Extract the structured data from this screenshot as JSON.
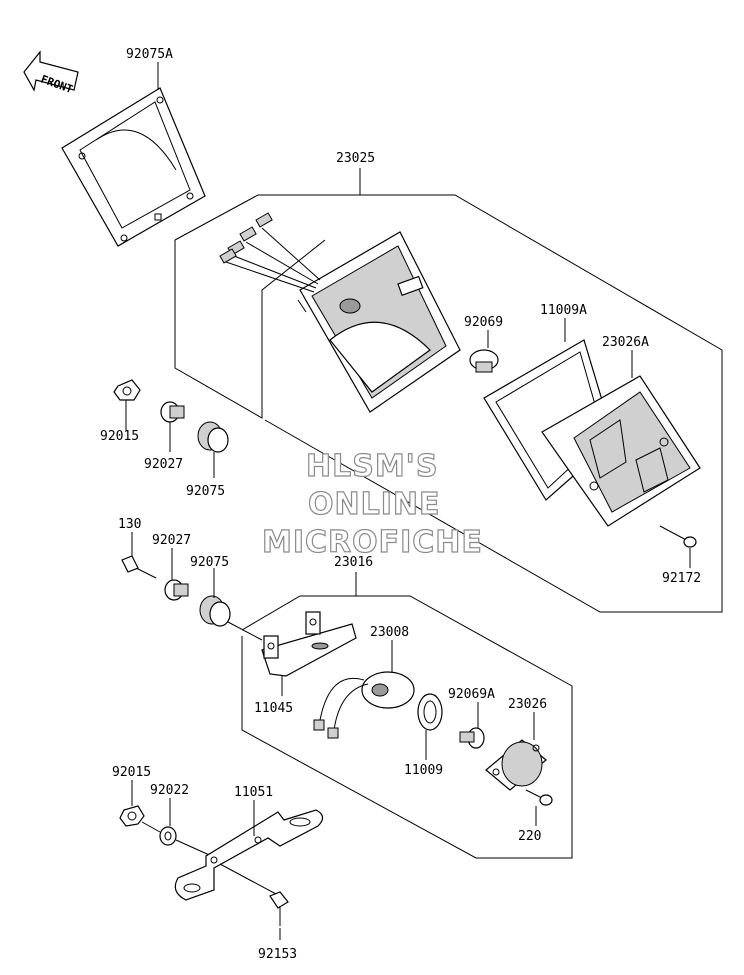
{
  "front_arrow": {
    "label": "FRONT",
    "icon": "front-arrow-icon"
  },
  "watermark": [
    "HLSM'S",
    "ONLINE",
    "MICROFICHE"
  ],
  "parts": {
    "p92075A": "92075A",
    "p23025": "23025",
    "p92069": "92069",
    "p11009A": "11009A",
    "p23026A": "23026A",
    "p92015a": "92015",
    "p92027a": "92027",
    "p92075a": "92075",
    "p92172": "92172",
    "p130": "130",
    "p92027b": "92027",
    "p92075b": "92075",
    "p23016": "23016",
    "p23008": "23008",
    "p11045": "11045",
    "p92069A": "92069A",
    "p23026": "23026",
    "p11009": "11009",
    "p220": "220",
    "p92015b": "92015",
    "p92022": "92022",
    "p11051": "11051",
    "p92153": "92153"
  }
}
